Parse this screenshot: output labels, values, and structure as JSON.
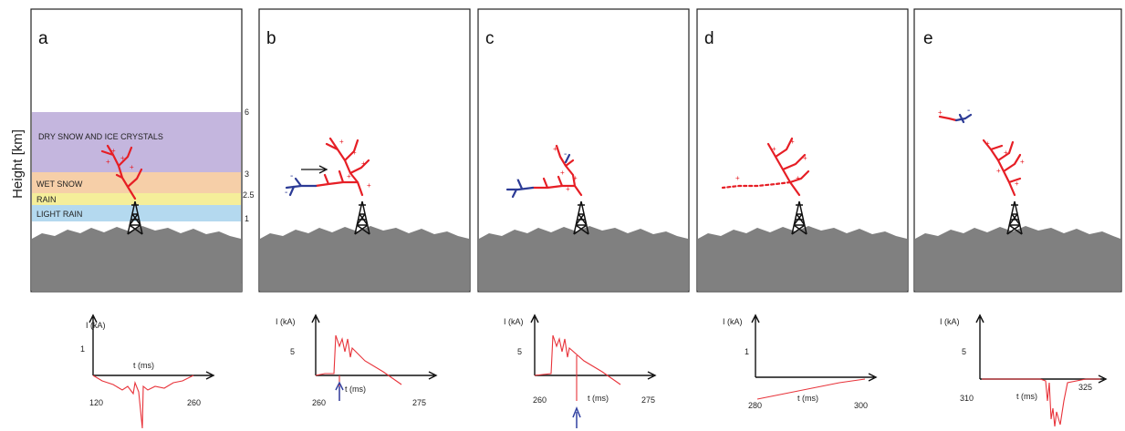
{
  "y_axis_label": "Height [km]",
  "height_ticks": [
    "6",
    "3",
    "2.5",
    "1"
  ],
  "layers": [
    {
      "label": "DRY SNOW AND ICE CRYSTALS",
      "color": "#c4b6de"
    },
    {
      "label": "WET SNOW",
      "color": "#f6cfa8"
    },
    {
      "label": "RAIN",
      "color": "#f5ee9a"
    },
    {
      "label": "LIGHT RAIN",
      "color": "#b4d9ef"
    }
  ],
  "colors": {
    "positive_leader": "#e61e25",
    "negative_leader": "#2c3b96",
    "ground": "#808080",
    "current": "#e8333a",
    "arrow": "#3040a0"
  },
  "panels": [
    {
      "letter": "a",
      "current_label": "I (kA)",
      "current_tick": "1",
      "time_label": "t (ms)",
      "t_start": "120",
      "t_end": "260"
    },
    {
      "letter": "b",
      "current_label": "I (kA)",
      "current_tick": "5",
      "time_label": "t (ms)",
      "t_start": "260",
      "t_end": "275"
    },
    {
      "letter": "c",
      "current_label": "I (kA)",
      "current_tick": "5",
      "time_label": "t (ms)",
      "t_start": "260",
      "t_end": "275"
    },
    {
      "letter": "d",
      "current_label": "I (kA)",
      "current_tick": "1",
      "time_label": "t (ms)",
      "t_start": "280",
      "t_end": "300"
    },
    {
      "letter": "e",
      "current_label": "I (kA)",
      "current_tick": "5",
      "time_label": "t (ms)",
      "t_start": "310",
      "t_end": "325"
    }
  ]
}
